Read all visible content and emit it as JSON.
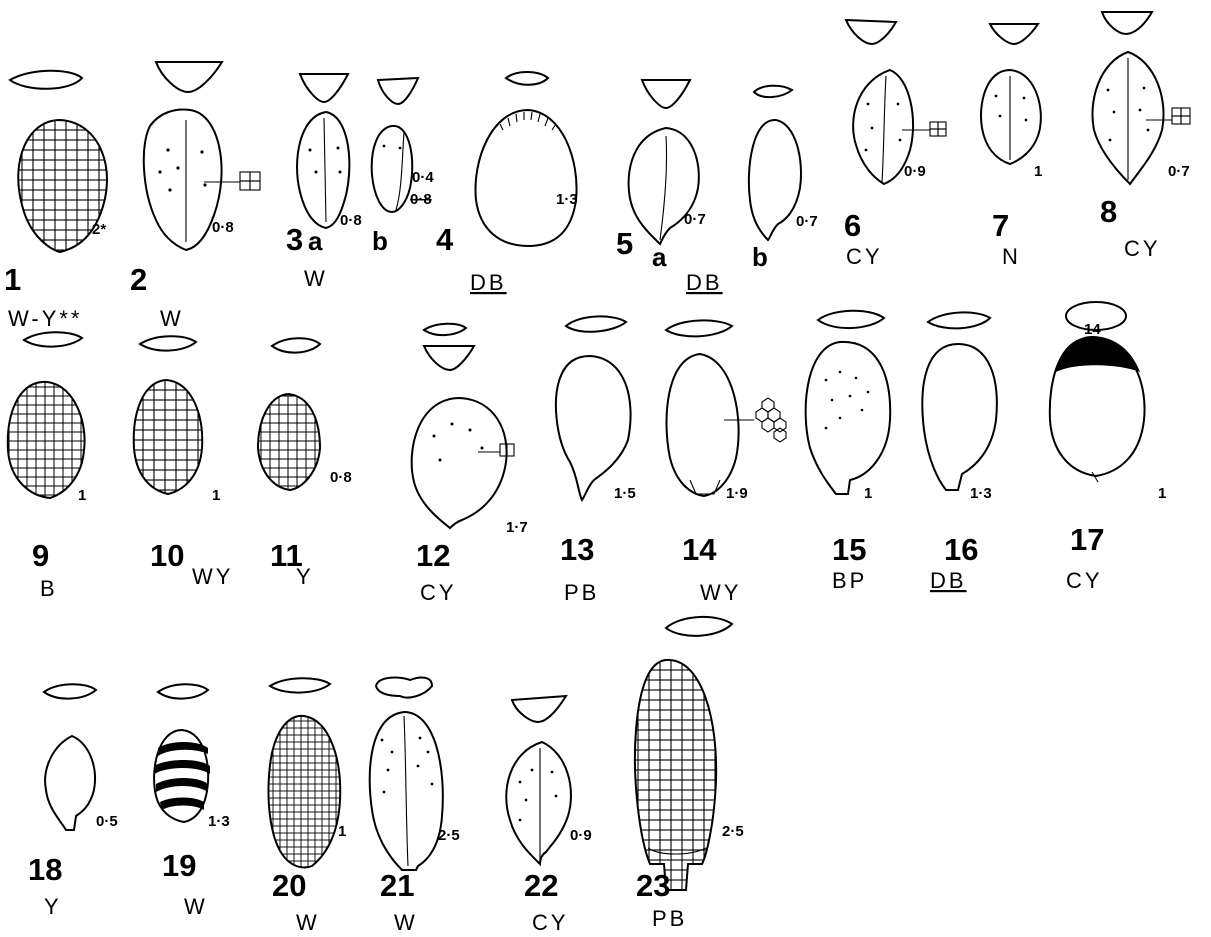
{
  "specimens": [
    {
      "number": "1",
      "color_code": "W-Y**",
      "scale": "2*"
    },
    {
      "number": "2",
      "color_code": "W",
      "scale": "0·8"
    },
    {
      "number": "3",
      "color_code": "W",
      "scale": "0·8",
      "parts": [
        "a",
        "b"
      ],
      "scale_b": "0·4"
    },
    {
      "number": "4",
      "color_code": "DB",
      "scale": "1·3",
      "strike": "0·8"
    },
    {
      "number": "5",
      "color_code": "DB",
      "scale": "0·7",
      "parts": [
        "a",
        "b"
      ],
      "scale_b": "0·7"
    },
    {
      "number": "6",
      "color_code": "CY",
      "scale": "0·9"
    },
    {
      "number": "7",
      "color_code": "N",
      "scale": "1"
    },
    {
      "number": "8",
      "color_code": "CY",
      "scale": "0·7"
    },
    {
      "number": "9",
      "color_code": "B",
      "scale": "1"
    },
    {
      "number": "10",
      "color_code": "WY",
      "scale": "1"
    },
    {
      "number": "11",
      "color_code": "Y",
      "scale": "0·8"
    },
    {
      "number": "12",
      "color_code": "CY",
      "scale": "1·7"
    },
    {
      "number": "13",
      "color_code": "PB",
      "scale": "1·5"
    },
    {
      "number": "14",
      "color_code": "WY",
      "scale": "1·9"
    },
    {
      "number": "15",
      "color_code": "BP",
      "scale": "1"
    },
    {
      "number": "16",
      "color_code": "DB",
      "scale": "1·3"
    },
    {
      "number": "17",
      "color_code": "CY",
      "scale": "1",
      "tag": "14"
    },
    {
      "number": "18",
      "color_code": "Y",
      "scale": "0·5"
    },
    {
      "number": "19",
      "color_code": "W",
      "scale": "1·3"
    },
    {
      "number": "20",
      "color_code": "W",
      "scale": "1"
    },
    {
      "number": "21",
      "color_code": "W",
      "scale": "2·5"
    },
    {
      "number": "22",
      "color_code": "CY",
      "scale": "0·9"
    },
    {
      "number": "23",
      "color_code": "PB",
      "scale": "2·5"
    }
  ]
}
